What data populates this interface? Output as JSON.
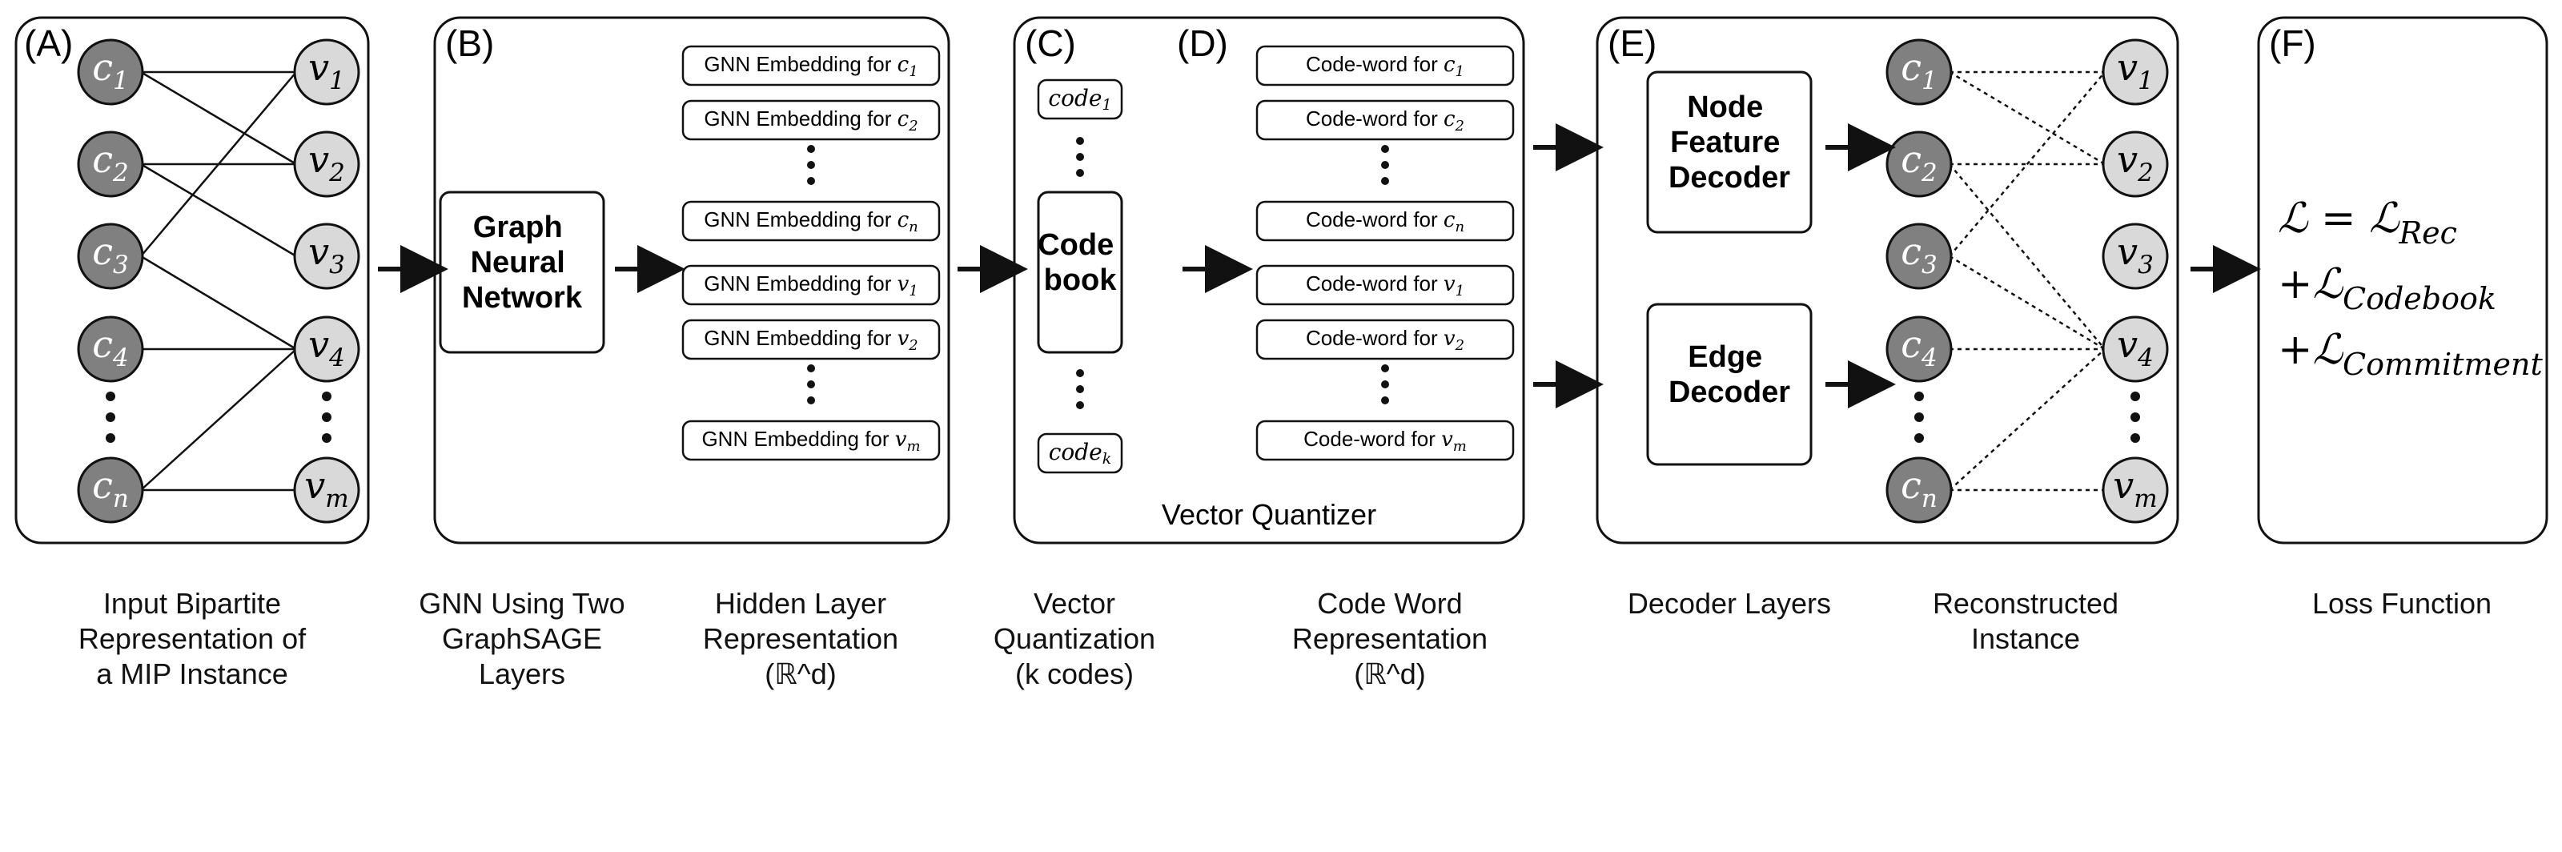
{
  "panels": {
    "a": {
      "label": "(A)"
    },
    "b": {
      "label": "(B)"
    },
    "c": {
      "label": "(C)"
    },
    "d": {
      "label": "(D)"
    },
    "e": {
      "label": "(E)"
    },
    "f": {
      "label": "(F)"
    }
  },
  "graph": {
    "constraint_nodes": [
      "c1",
      "c2",
      "c3",
      "c4",
      "cn"
    ],
    "variable_nodes": [
      "v1",
      "v2",
      "v3",
      "v4",
      "vm"
    ],
    "input_edges": [
      [
        "c1",
        "v1"
      ],
      [
        "c1",
        "v2"
      ],
      [
        "c2",
        "v2"
      ],
      [
        "c2",
        "v3"
      ],
      [
        "c3",
        "v1"
      ],
      [
        "c3",
        "v4"
      ],
      [
        "c4",
        "v4"
      ],
      [
        "cn",
        "v4"
      ],
      [
        "cn",
        "vm"
      ]
    ],
    "reconstructed_edges": [
      [
        "c1",
        "v1"
      ],
      [
        "c1",
        "v2"
      ],
      [
        "c2",
        "v2"
      ],
      [
        "c2",
        "v4"
      ],
      [
        "c3",
        "v1"
      ],
      [
        "c3",
        "v4"
      ],
      [
        "c4",
        "v4"
      ],
      [
        "cn",
        "v4"
      ],
      [
        "cn",
        "vm"
      ]
    ],
    "colors": {
      "constraint_fill": "#808080",
      "variable_fill": "#d9d9d9"
    }
  },
  "gnn": {
    "title": "Graph Neural Network",
    "embedding_prefix": "GNN Embedding for",
    "embeddings": [
      "c1",
      "c2",
      "cn",
      "v1",
      "v2",
      "vm"
    ]
  },
  "vq": {
    "codebook_label": "Code book",
    "codes": [
      "code1",
      "codek"
    ],
    "codeword_prefix": "Code-word for",
    "codewords": [
      "c1",
      "c2",
      "cn",
      "v1",
      "v2",
      "vm"
    ],
    "title": "Vector Quantizer"
  },
  "decoder": {
    "node_feature": "Node Feature Decoder",
    "edge": "Edge Decoder"
  },
  "loss": {
    "line1": "ℒ = ℒRec",
    "line2": "+ℒCodebook",
    "line3": "+ℒCommitment"
  },
  "captions": {
    "input": [
      "Input Bipartite",
      "Representation of",
      "a MIP Instance"
    ],
    "gnn": [
      "GNN Using Two",
      "GraphSAGE",
      "Layers"
    ],
    "hidden": [
      "Hidden Layer",
      "Representation",
      "(ℝ^d)"
    ],
    "vq": [
      "Vector",
      "Quantization",
      "(k codes)"
    ],
    "codeword": [
      "Code Word",
      "Representation",
      "(ℝ^d)"
    ],
    "decoder": [
      "Decoder Layers"
    ],
    "reconstructed": [
      "Reconstructed",
      "Instance"
    ],
    "loss": [
      "Loss Function"
    ]
  }
}
